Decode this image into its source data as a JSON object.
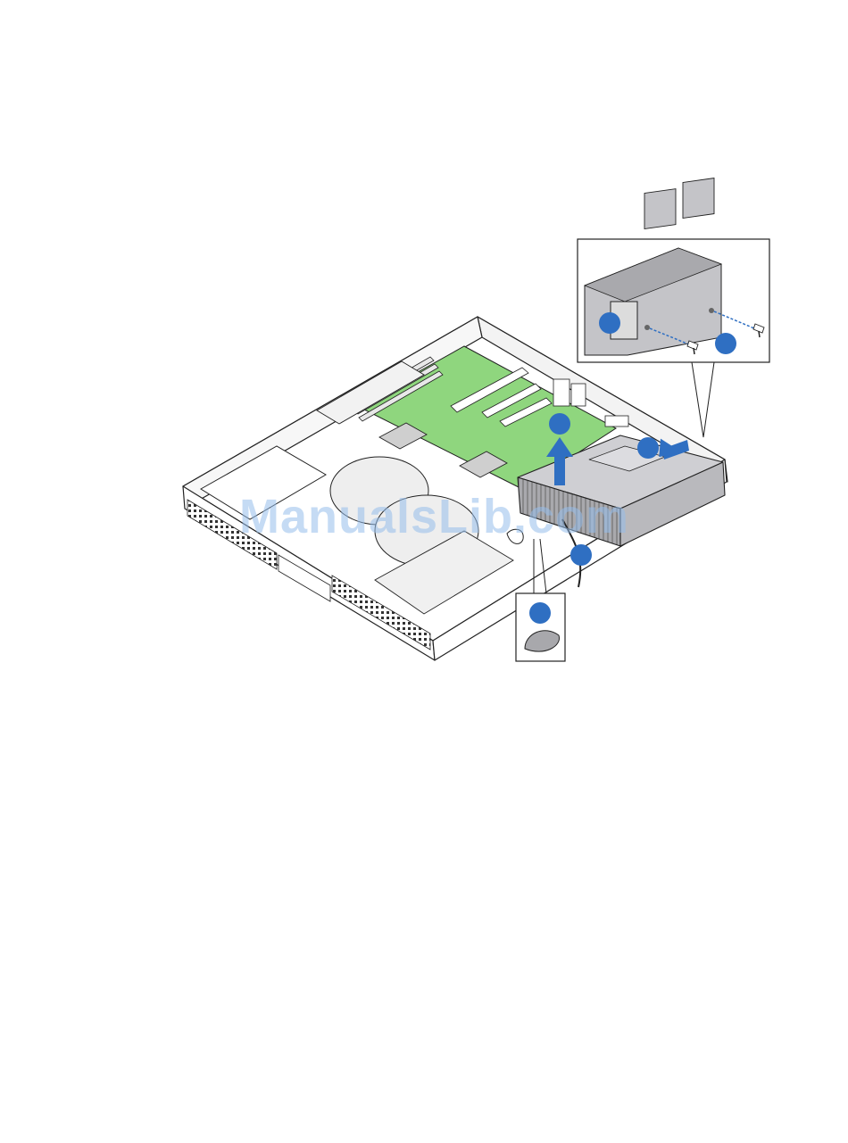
{
  "watermark": {
    "text": "ManualsLib.com"
  },
  "colors": {
    "board": "#8fd67e",
    "callout": "#2f6fc2",
    "arrow": "#2f6fc2",
    "psu_body": "#b9b9bd",
    "psu_top": "#cfcfd3",
    "chassis_stroke": "#222222",
    "fan": "#eeeeee"
  },
  "callouts": [
    {
      "id": "A",
      "label": ""
    },
    {
      "id": "B",
      "label": ""
    },
    {
      "id": "C",
      "label": ""
    },
    {
      "id": "D",
      "label": ""
    },
    {
      "id": "E",
      "label": ""
    },
    {
      "id": "F",
      "label": ""
    }
  ]
}
